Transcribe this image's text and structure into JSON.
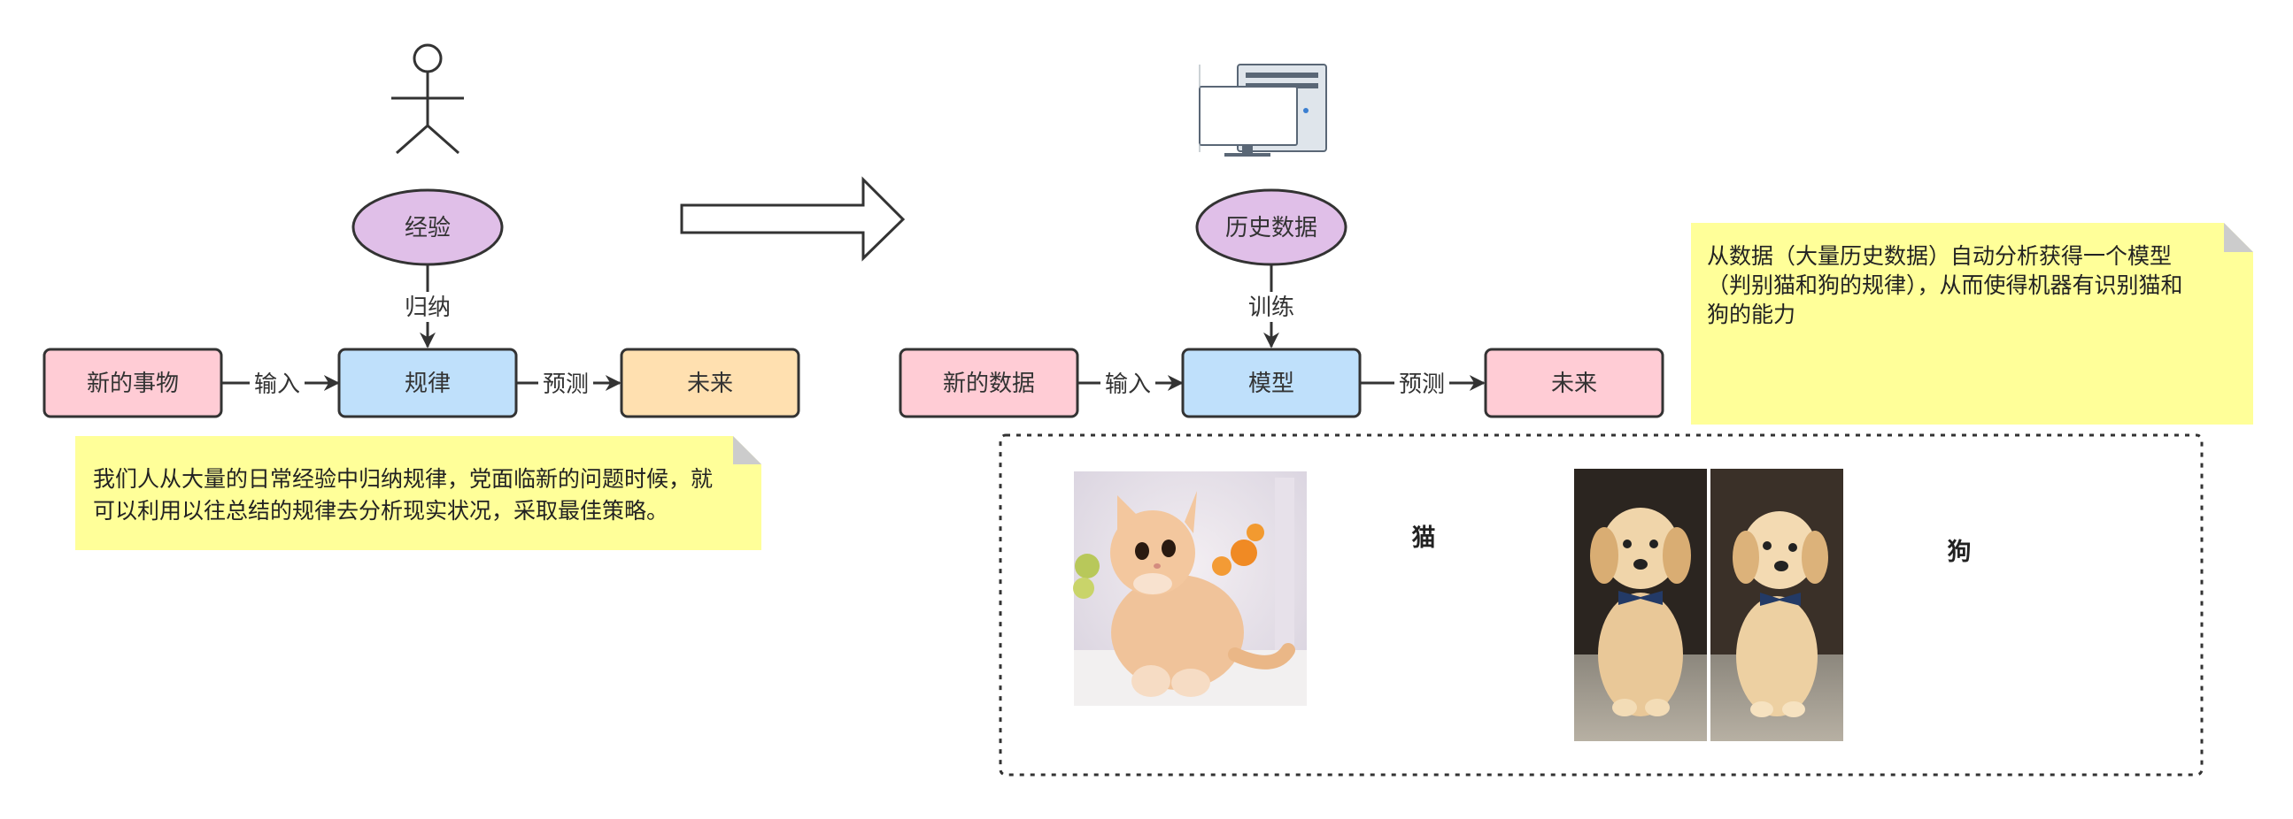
{
  "left": {
    "node_experience": "经验",
    "edge_induce": "归纳",
    "node_new_thing": "新的事物",
    "edge_input": "输入",
    "node_rule": "规律",
    "edge_predict": "预测",
    "node_future": "未来",
    "note_lines": [
      "我们人从大量的日常经验中归纳规律，党面临新的问题时候，就",
      "可以利用以往总结的规律去分析现实状况，采取最佳策略。"
    ]
  },
  "right": {
    "node_history": "历史数据",
    "edge_train": "训练",
    "node_new_data": "新的数据",
    "edge_input": "输入",
    "node_model": "模型",
    "edge_predict": "预测",
    "node_future": "未来",
    "note_lines": [
      "从数据（大量历史数据）自动分析获得一个模型",
      "（判别猫和狗的规律），从而使得机器有识别猫和",
      "狗的能力"
    ],
    "cat_label": "猫",
    "dog_label": "狗"
  },
  "colors": {
    "stroke": "#333333",
    "box_pink": "#ffccd5",
    "box_blue": "#bfe0fb",
    "box_orange": "#ffe0b0",
    "ellipse_purple": "#e0bfe8",
    "note_yellow": "#ffff99",
    "note_fold": "#cccccc"
  }
}
